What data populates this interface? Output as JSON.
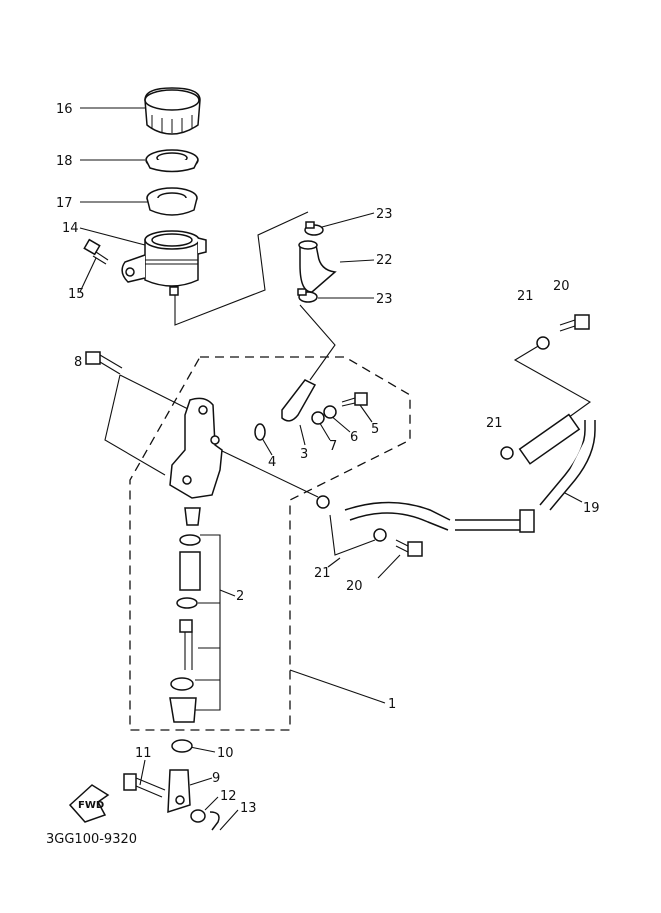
{
  "diagram_code": "3GG100-9320",
  "direction_badge": "FWD",
  "parts": [
    {
      "id": "p1",
      "label": "1"
    },
    {
      "id": "p2",
      "label": "2"
    },
    {
      "id": "p3",
      "label": "3"
    },
    {
      "id": "p4",
      "label": "4"
    },
    {
      "id": "p5",
      "label": "5"
    },
    {
      "id": "p6",
      "label": "6"
    },
    {
      "id": "p7",
      "label": "7"
    },
    {
      "id": "p8",
      "label": "8"
    },
    {
      "id": "p9",
      "label": "9"
    },
    {
      "id": "p10",
      "label": "10"
    },
    {
      "id": "p11",
      "label": "11"
    },
    {
      "id": "p12",
      "label": "12"
    },
    {
      "id": "p13",
      "label": "13"
    },
    {
      "id": "p14",
      "label": "14"
    },
    {
      "id": "p15",
      "label": "15"
    },
    {
      "id": "p16",
      "label": "16"
    },
    {
      "id": "p17",
      "label": "17"
    },
    {
      "id": "p18",
      "label": "18"
    },
    {
      "id": "p19",
      "label": "19"
    },
    {
      "id": "p20a",
      "label": "20"
    },
    {
      "id": "p20b",
      "label": "20"
    },
    {
      "id": "p21a",
      "label": "21"
    },
    {
      "id": "p21b",
      "label": "21"
    },
    {
      "id": "p21c",
      "label": "21"
    },
    {
      "id": "p22",
      "label": "22"
    },
    {
      "id": "p23a",
      "label": "23"
    },
    {
      "id": "p23b",
      "label": "23"
    }
  ]
}
